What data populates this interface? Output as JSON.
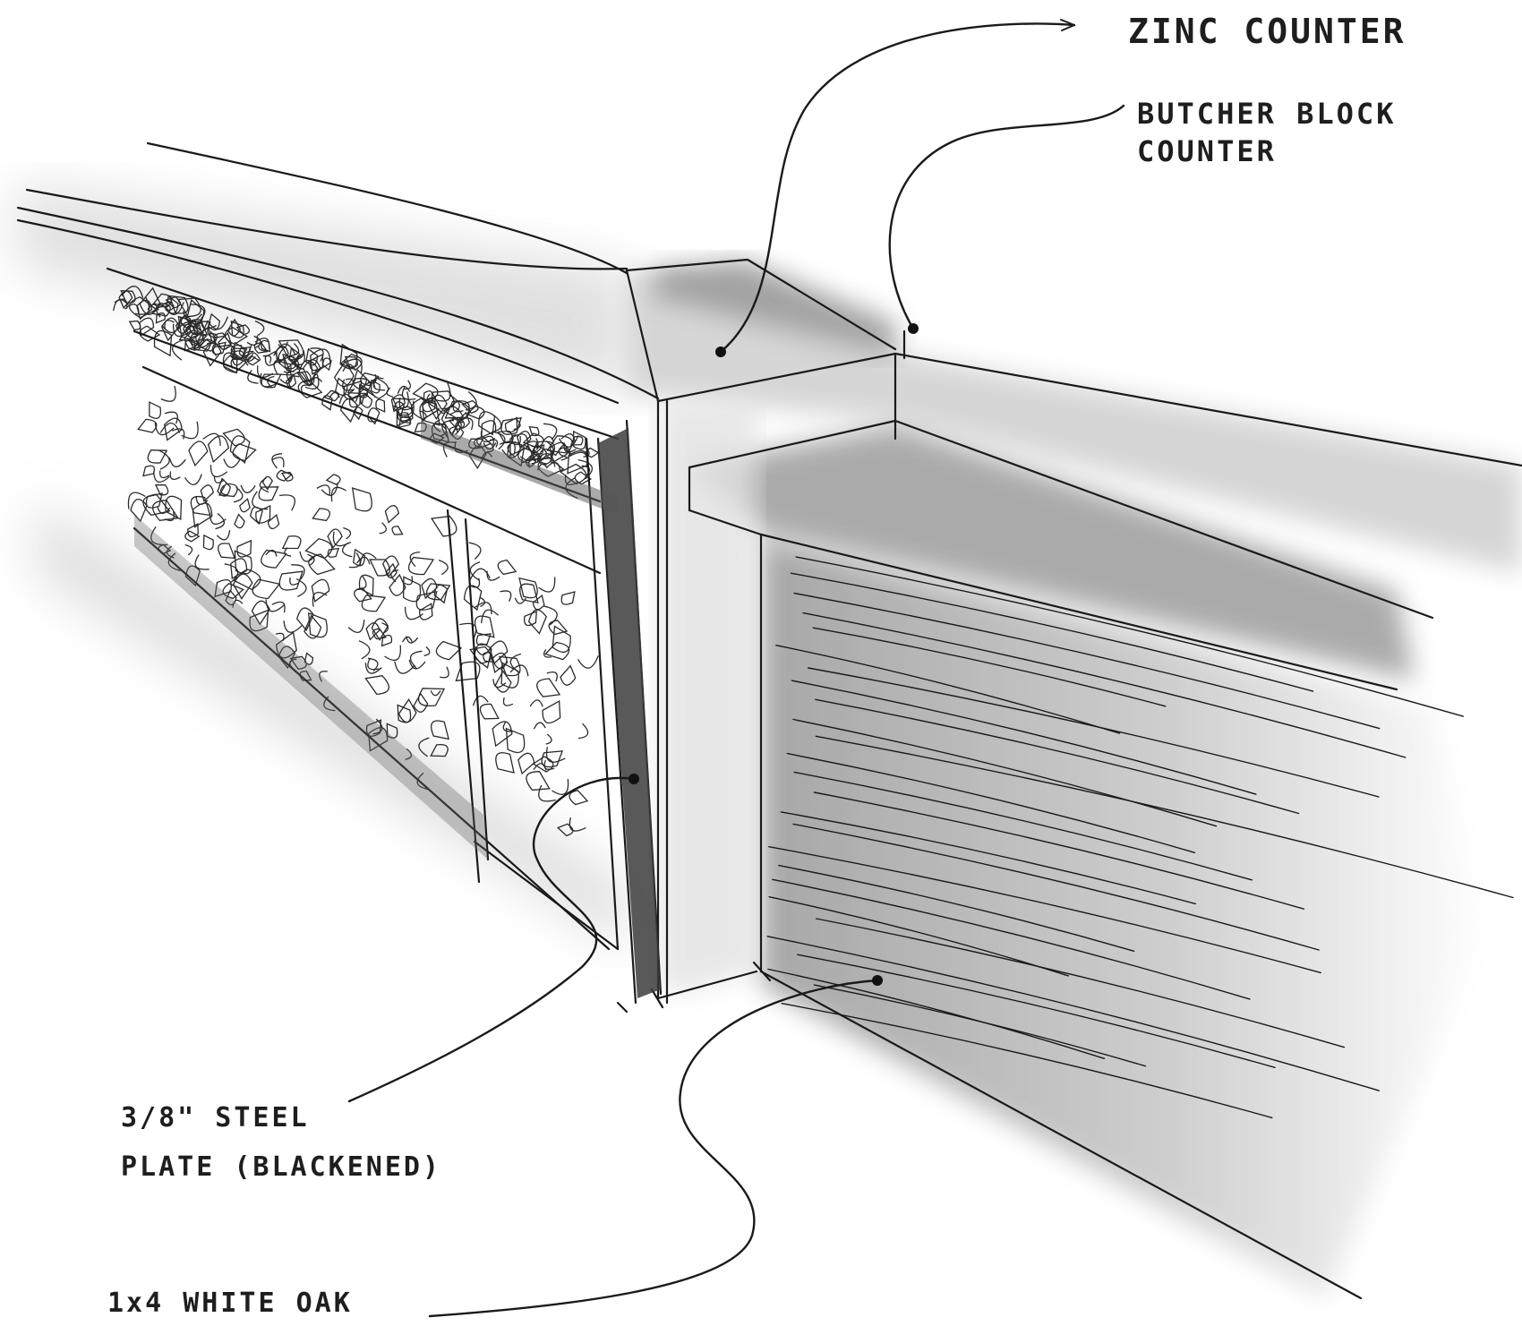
{
  "sketch": {
    "subject": "bar counter sketch",
    "colors": {
      "ink": "#1a1a1a",
      "paper": "#ffffff",
      "shade": "#9a9a9a",
      "steel": "#3c3c3c"
    }
  },
  "callouts": [
    {
      "id": "zinc",
      "lines": [
        "ZINC COUNTER"
      ]
    },
    {
      "id": "butcher",
      "lines": [
        "BUTCHER BLOCK",
        "COUNTER"
      ]
    },
    {
      "id": "steel",
      "lines": [
        "3/8\" STEEL",
        "PLATE (BLACKENED)"
      ]
    },
    {
      "id": "oak",
      "lines": [
        "1x4 WHITE OAK"
      ]
    }
  ]
}
